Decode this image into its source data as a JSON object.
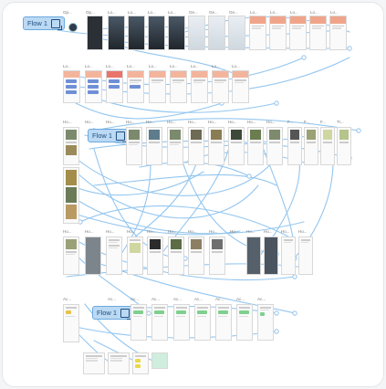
{
  "flows": [
    {
      "label": "Flow 1"
    },
    {
      "label": "Flow 1"
    }
  ],
  "row_labels": {
    "row1": [
      "Op...",
      "Op...",
      "Lo...",
      "Lo...",
      "Lo...",
      "Lo...",
      "Ge...",
      "Ge...",
      "Ge...",
      "Lo...",
      "Lo...",
      "Lo...",
      "Lo...",
      "Lo..."
    ],
    "row2": [
      "Lo...",
      "Lo...",
      "Lo...",
      "Lo...",
      "Lo...",
      "Lo...",
      "Lo...",
      "Lo...",
      "Lo..."
    ],
    "row3": [
      "Ho...",
      "Ho...",
      "Ho...",
      "Ho...",
      "Ho...",
      "Ho...",
      "Ho...",
      "Ho...",
      "Ho...",
      "Ho...",
      "Ho...",
      "F...",
      "F...",
      "F...",
      "Tr..."
    ],
    "row4": [
      "Ho...",
      "Ho...",
      "Ho...",
      "Ho...",
      "Ho...",
      "Ho...",
      "Ho...",
      "Ho...",
      "Ho...",
      "Ho...",
      "Ho...",
      "Ho...",
      "Ho..."
    ],
    "row5": [
      "Ac...",
      "Ac...",
      "Ac...",
      "Ac...",
      "Ac...",
      "Ac...",
      "Ac...",
      "Ac...",
      "Ac..."
    ]
  },
  "colors": {
    "accent": "#6aa9e0",
    "flow_tag_bg": "#bcd9f3",
    "link_line": "#8ec3ef"
  },
  "icons": {
    "flow_tag": "start-flow-icon",
    "avatar": "user-avatar-icon"
  }
}
